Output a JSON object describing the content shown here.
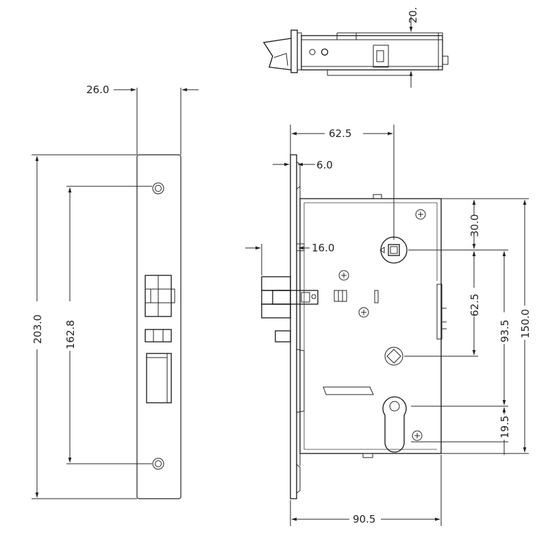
{
  "drawing": {
    "faceplate": {
      "width_label": "26.0",
      "height_label": "203.0",
      "hole_spacing_label": "162.8"
    },
    "top_view": {
      "thickness_label": "20."
    },
    "side_view": {
      "backset_label": "62.5",
      "plate_thickness_label": "6.0",
      "latch_projection_label": "16.0",
      "spindle_to_top_label": "30.0",
      "spindle_to_cam_label": "62.5",
      "spindle_to_cylinder_label": "93.5",
      "case_height_label": "150.0",
      "cylinder_offset_label": "19.5",
      "case_depth_label": "90.5"
    }
  }
}
